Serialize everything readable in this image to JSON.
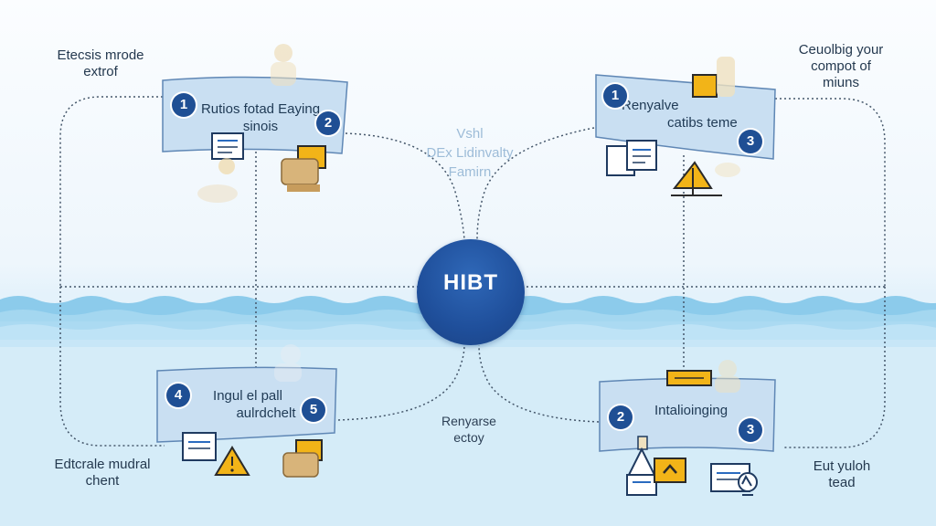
{
  "hub": {
    "label": "HIBT"
  },
  "center_text": {
    "lines": [
      "Vshl",
      "DEx Lidinvalty",
      "Famirn"
    ]
  },
  "bottom_center_text": {
    "lines": [
      "Renyarse",
      "ectoy"
    ]
  },
  "corner_texts": {
    "top_left": [
      "Etecsis mrode",
      "extrof"
    ],
    "top_right": [
      "Ceuolbig your",
      "compot of",
      "miuns"
    ],
    "bottom_left": [
      "Edtcrale mudral",
      "chent"
    ],
    "bottom_right": [
      "Eut yuloh",
      "tead"
    ]
  },
  "banners": {
    "top_left": {
      "lines": [
        "Rutios fotad Eaying",
        "sinois"
      ],
      "badges": [
        "1",
        "2"
      ]
    },
    "top_right": {
      "lines": [
        "Renyalve",
        "catibs teme"
      ],
      "badges": [
        "1",
        "3"
      ]
    },
    "bottom_left": {
      "lines": [
        "Ingul el pall",
        "aulrdchelt"
      ],
      "badges": [
        "4",
        "5"
      ]
    },
    "bottom_right": {
      "lines": [
        "Intalioinging"
      ],
      "badges": [
        "2",
        "3"
      ]
    }
  },
  "colors": {
    "banner_fill": "#c9dff2",
    "banner_stroke": "#5f87b5",
    "hub": "#1f4f9b",
    "badge": "#1f4f94",
    "water": "#8ccbeb",
    "icon_accent": "#f2b418"
  },
  "icons": [
    "document-icon",
    "person-icon",
    "laptop-icon",
    "warning-icon",
    "calendar-icon",
    "gear-icon"
  ]
}
